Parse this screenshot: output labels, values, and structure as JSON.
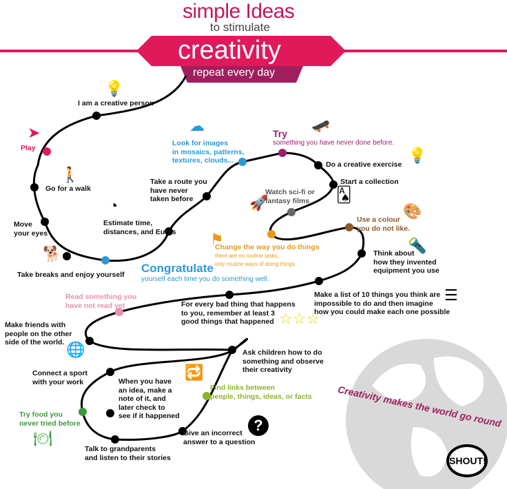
{
  "header": {
    "line1": "simple Ideas",
    "line2": "to stimulate",
    "line3": "creativity",
    "line4": "repeat every day"
  },
  "colors": {
    "magenta": "#e0195a",
    "purple": "#9c1f6e",
    "blue": "#2a9ad6",
    "orange": "#e89a1a",
    "brown": "#8b5a2b",
    "pink": "#e890b0",
    "green": "#3a9a3a",
    "olive": "#8db32a",
    "globe": "#d9d9d9"
  },
  "ideas": [
    {
      "text": "I am a creative person",
      "icon": "lightbulb-icon"
    },
    {
      "text": "Play",
      "icon": "paper-plane-icon"
    },
    {
      "text": "Go for a walk",
      "icon": "walking-person-icon"
    },
    {
      "text": "Move\nyour eyes"
    },
    {
      "text": "Take breaks and enjoy yourself",
      "icon": "dog-icon"
    },
    {
      "text": "Estimate time,\ndistances, and Euros",
      "icon": "pie-clock-icon"
    },
    {
      "text": "Congratulate",
      "sub": "yourself each time you do something well."
    },
    {
      "text": "Take a route you\nhave never\ntaken before"
    },
    {
      "text": "Look for images\nin mosaics, patterns,\ntextures, clouds...",
      "icon": "cloud-icon"
    },
    {
      "text": "Try",
      "sub": "something you have never done before.",
      "icon": "skateboarder-icon"
    },
    {
      "text": "Do a creative exercise",
      "icon": "lightbulb-icon"
    },
    {
      "text": "Start a collection",
      "icon": "cards-icon"
    },
    {
      "text": "Watch sci-fi or\nfantasy films",
      "icon": "rocket-icon"
    },
    {
      "text": "Use a colour\nyou do not like.",
      "icon": "palette-icon"
    },
    {
      "text": "Change the way you do things",
      "sub": "there are no routine tasks,\nonly routine ways of doing things",
      "icon": "signpost-icon"
    },
    {
      "text": "Think about\nhow they invented\nequipment you use",
      "icon": "flashlight-icon"
    },
    {
      "text": "Make a list of 10 things you think are\nimpossible to do and then imagine\nhow you could make each one possible",
      "icon": "list-icon"
    },
    {
      "text": "For every bad thing that happens\nto you, remember at least 3\ngood things that happened",
      "icon": "stars-icon"
    },
    {
      "text": "Read something you\nhave not read yet"
    },
    {
      "text": "Make friends with\npeople on the other\nside of the world.",
      "icon": "globe-icon"
    },
    {
      "text": "Ask children how to do\nsomething and observe\ntheir creativity"
    },
    {
      "text": "Connect a sport\nwith your work"
    },
    {
      "text": "When you have\nan idea, make a\nnote of it, and\nlater check to\nsee if it happened"
    },
    {
      "text": "Find links between\npeople, things, ideas, or facts",
      "icon": "repeat-icon"
    },
    {
      "text": "Try food you\nnever tried before",
      "icon": "plate-icon"
    },
    {
      "text": "Give an incorrect\nanswer to a question",
      "icon": "question-icon"
    },
    {
      "text": "Talk to grandparents\nand listen to their stories"
    }
  ],
  "footer": {
    "slogan": "Creativity makes the world go round",
    "logo": "SHOUT!"
  }
}
